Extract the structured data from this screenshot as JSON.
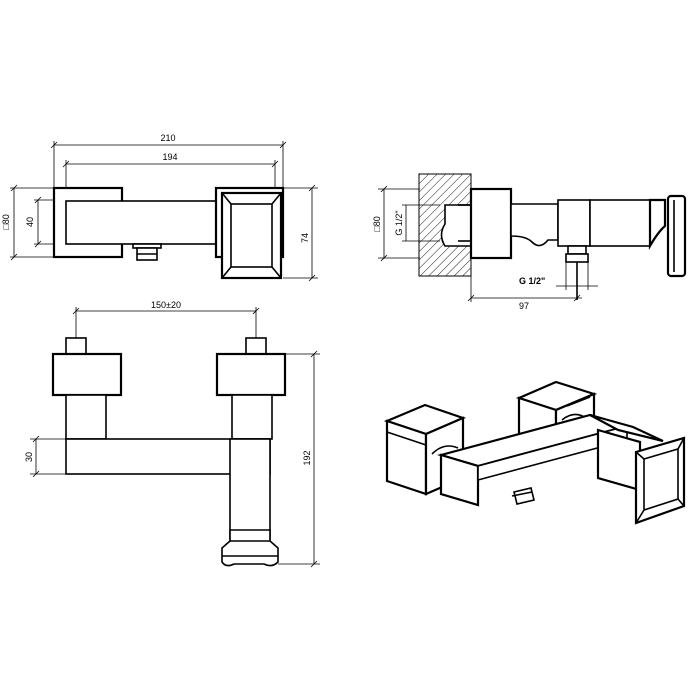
{
  "top_view": {
    "width_overall": "210",
    "width_inner": "194",
    "body_section": "□80",
    "bar_height": "40",
    "handle_height": "74"
  },
  "side_view": {
    "wall_section": "□80",
    "thread_inlet": "G 1/2\"",
    "thread_outlet": "G 1/2\"",
    "projection": "97"
  },
  "front_view": {
    "centres": "150±20",
    "bar_height": "30",
    "total_height": "192"
  }
}
